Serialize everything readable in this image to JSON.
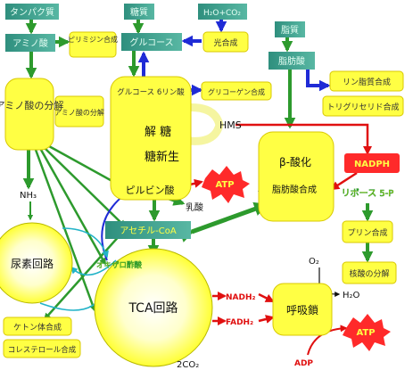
{
  "colors": {
    "teal_box": "#3a9a8a",
    "teal_text": "#e6fff4",
    "yellow_box": "#ffff44",
    "yellow_light": "#ffffcc",
    "green_arrow": "#2d9a2d",
    "blue_arrow": "#1f2bd6",
    "red_arrow": "#e01010",
    "cyan_arrow": "#22b3c8",
    "atp_red": "#ff2a2a"
  },
  "labels": {
    "protein": "タンパク質",
    "sugar": "糖質",
    "h2o_co2": "H₂O+CO₂",
    "lipid": "脂質",
    "amino_acid": "アミノ酸",
    "glucose": "グルコース",
    "fatty_acid": "脂肪酸",
    "pyrimidine_synthesis": "ピリミジン合成",
    "photosynthesis": "光合成",
    "phospholipid_synthesis": "リン脂質合成",
    "triglyceride_synthesis": "トリグリセリド合成",
    "amino_breakdown_big": "アミノ酸の分解",
    "amino_breakdown_small": "アミノ酸の分解",
    "g6p": "グルコース 6リン酸",
    "glycogen_synthesis": "グリコーゲン合成",
    "glycolysis": "解 糖",
    "gluconeogenesis": "糖新生",
    "hms": "HMS",
    "beta_oxidation": "β-酸化",
    "fatty_acid_synthesis": "脂肪酸合成",
    "nadph": "NADPH",
    "ribose5p": "リボース 5-P",
    "atp_top": "ATP",
    "pyruvate": "ピルビン酸",
    "lactate": "乳酸",
    "nh3": "NH₃",
    "acetyl_coa": "アセチル-CoA",
    "purine_synthesis": "プリン合成",
    "urea_cycle": "尿素回路",
    "oxaloacetate": "オキザロ酢酸",
    "tca_cycle": "TCA回路",
    "nadh2": "NADH₂",
    "fadh2": "FADH₂",
    "respiratory_chain": "呼吸鎖",
    "o2": "O₂",
    "h2o": "H₂O",
    "nucleic_breakdown": "核酸の分解",
    "ketone_synthesis": "ケトン体合成",
    "cholesterol_synthesis": "コレステロール合成",
    "atp_bottom": "ATP",
    "two_co2": "2CO₂",
    "adp": "ADP"
  }
}
